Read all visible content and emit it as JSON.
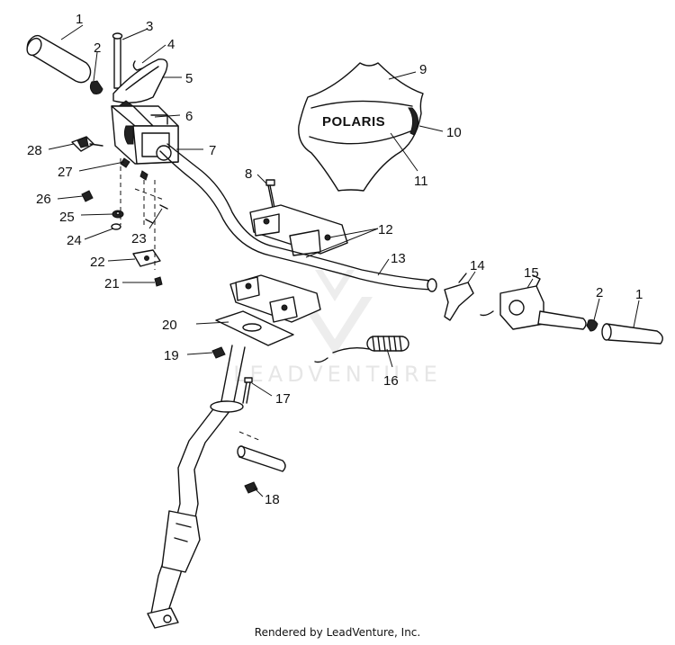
{
  "footer_text": "Rendered by LeadVenture, Inc.",
  "watermark_text": "LEADVENTURE",
  "logo_text": "POLARIS",
  "callouts": {
    "grip_left": "1",
    "plug_left": "2",
    "pin": "3",
    "clip": "4",
    "throttle_lever": "5",
    "throttle_housing": "6",
    "throttle_block": "7",
    "bolt": "8",
    "pad": "9",
    "pad_edge": "10",
    "decal": "11",
    "clamp_caps": "12",
    "handlebar": "13",
    "brake_lever": "14",
    "brake_housing": "15",
    "wire_harness": "16",
    "screw": "17",
    "nut": "18",
    "locknut": "19",
    "lower_clamp_plate": "20",
    "screw_small": "21",
    "cover_plate": "22",
    "screws_pair": "23",
    "lockwasher": "24",
    "washer": "25",
    "nut_small": "26",
    "screw_kill": "27",
    "kill_switch": "28",
    "plug_right": "2",
    "grip_right": "1"
  }
}
